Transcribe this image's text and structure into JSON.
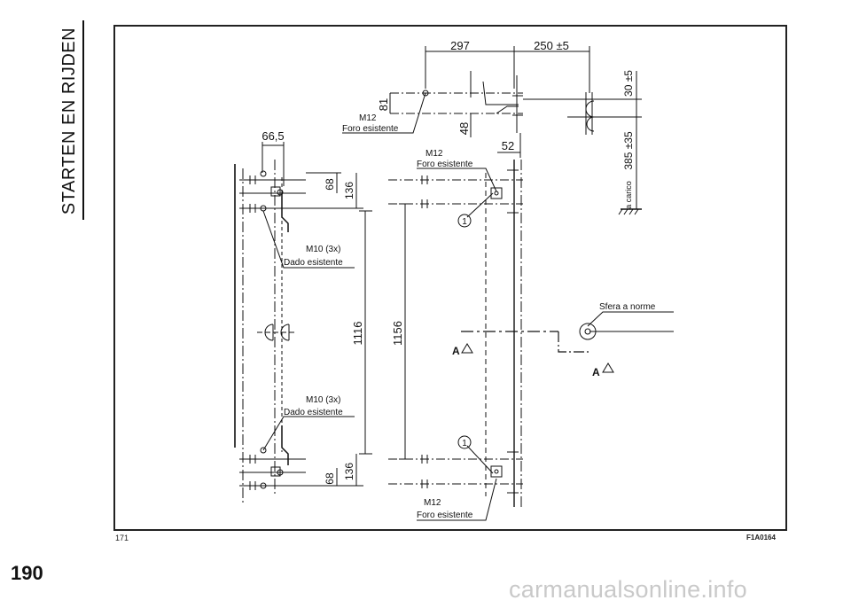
{
  "section_title": "STARTEN EN RIJDEN",
  "page_number": "190",
  "figure_label": "171",
  "figure_code": "F1A0164",
  "watermark": "carmanualsonline.info",
  "labels": {
    "m12": "M12",
    "foro_esistente": "Foro esistente",
    "m10_3x": "M10 (3x)",
    "dado_esistente": "Dado esistente",
    "sfera_a_norme": "Sfera a norme",
    "a_carico": "a carico",
    "section_marker": "A",
    "callout_1": "1"
  },
  "dimensions": {
    "d297": "297",
    "d250": "250 ±5",
    "d81": "81",
    "d48": "48",
    "d52": "52",
    "d30": "30 ±5",
    "d385": "385 ±35",
    "d66": "66,5",
    "d68": "68",
    "d136": "136",
    "d1116": "1116",
    "d1156": "1156"
  }
}
